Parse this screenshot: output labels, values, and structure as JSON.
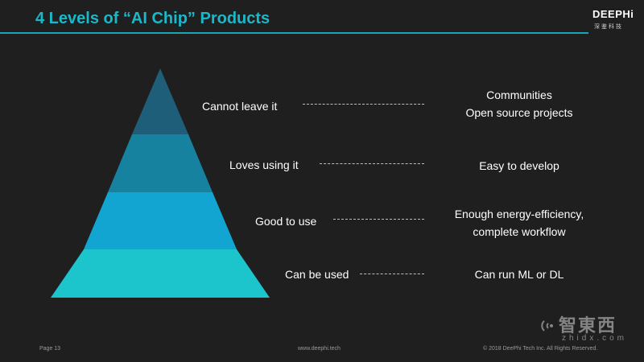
{
  "header": {
    "title": "4 Levels of “AI Chip” Products"
  },
  "logo": {
    "main": "DEEPHi",
    "sub": "深鉴科技"
  },
  "colors": {
    "accent": "#1bb8c9",
    "background": "#1f1f1f",
    "tier1": "#1e5e78",
    "tier2": "#17829f",
    "tier3": "#12a5d2",
    "tier4": "#1cc4cc"
  },
  "levels": [
    {
      "label": "Cannot leave it",
      "desc": [
        "Communities",
        "Open source projects"
      ]
    },
    {
      "label": "Loves using it",
      "desc": [
        "Easy to develop"
      ]
    },
    {
      "label": "Good to use",
      "desc": [
        "Enough energy-efficiency,",
        "complete workflow"
      ]
    },
    {
      "label": "Can be used",
      "desc": [
        "Can run ML or DL"
      ]
    }
  ],
  "footer": {
    "page": "Page 13",
    "url": "www.deephi.tech",
    "copyright": "© 2018 DeePhi Tech Inc. All Rights Reserved."
  },
  "watermark": {
    "text": "智東西",
    "sub": "zhidx.com"
  }
}
